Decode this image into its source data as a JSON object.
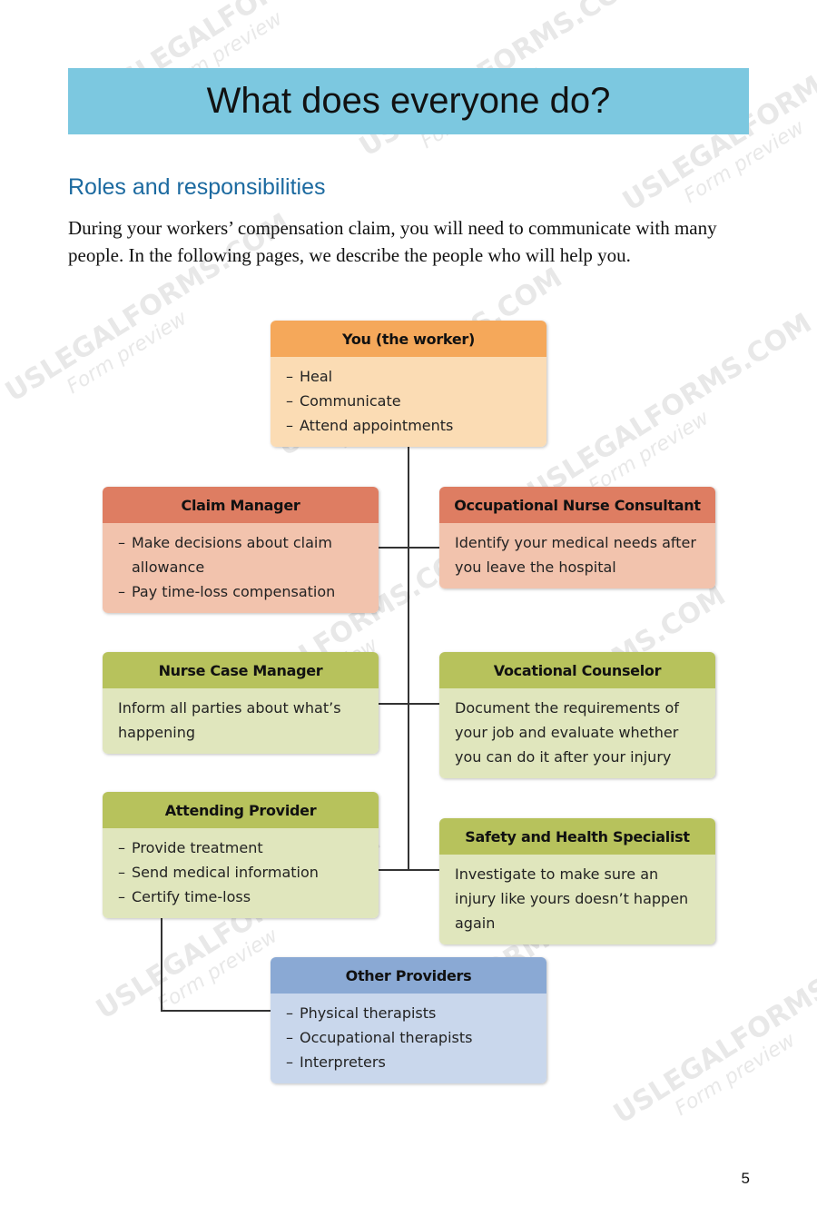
{
  "page": {
    "title": "What does everyone do?",
    "section_title": "Roles and responsibilities",
    "intro": "During your workers’ compensation claim, you will need to communicate with many people. In the following pages, we describe the people who will help you.",
    "page_number": "5",
    "watermark": {
      "brand": "USLEGALFORMS.COM",
      "sub": "Form preview"
    }
  },
  "colors": {
    "banner": "#7cc8e0",
    "section_title": "#1c6aa0",
    "orange": "#f5a85a",
    "red": "#de7d62",
    "green": "#b7c25c",
    "blue": "#8aa9d4"
  },
  "roles": {
    "worker": {
      "title": "You (the worker)",
      "items": [
        "Heal",
        "Communicate",
        "Attend appointments"
      ]
    },
    "claim_manager": {
      "title": "Claim Manager",
      "items": [
        "Make decisions about claim allowance",
        "Pay time-loss compensation"
      ]
    },
    "nurse_consultant": {
      "title": "Occupational Nurse Consultant",
      "text": "Identify your medical needs after you leave the hospital"
    },
    "nurse_case_manager": {
      "title": "Nurse Case Manager",
      "text": "Inform all parties about what’s happening"
    },
    "vocational_counselor": {
      "title": "Vocational Counselor",
      "text": "Document the requirements of your job and evaluate whether you can do it after your injury"
    },
    "attending_provider": {
      "title": "Attending Provider",
      "items": [
        "Provide treatment",
        "Send medical information",
        "Certify time-loss"
      ]
    },
    "safety_specialist": {
      "title": "Safety and Health Specialist",
      "text": "Investigate to make sure an injury like yours doesn’t happen again"
    },
    "other_providers": {
      "title": "Other Providers",
      "items": [
        "Physical therapists",
        "Occupational therapists",
        "Interpreters"
      ]
    }
  }
}
